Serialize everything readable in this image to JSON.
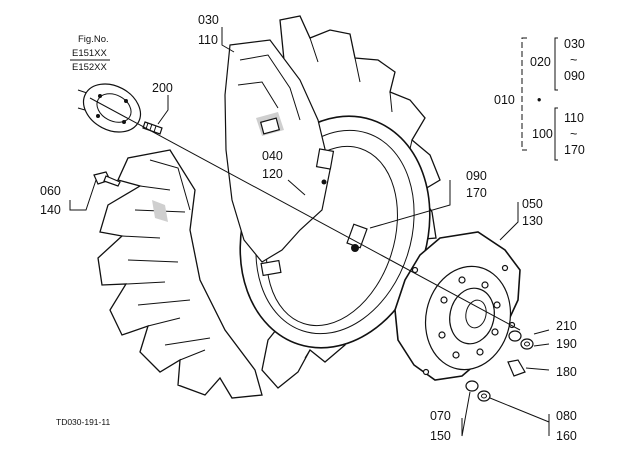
{
  "figure": {
    "fig_title": "Fig.No.",
    "fig_numbers": [
      "E151XX",
      "E152XX"
    ],
    "drawing_id": "TD030-191-11"
  },
  "callouts": {
    "c030_110": {
      "top": "030",
      "bottom": "110"
    },
    "c200": {
      "top": "200"
    },
    "c040_120": {
      "top": "040",
      "bottom": "120"
    },
    "c060_140": {
      "top": "060",
      "bottom": "140"
    },
    "c090_170": {
      "top": "090",
      "bottom": "170"
    },
    "c050_130": {
      "top": "050",
      "bottom": "130"
    },
    "c210": {
      "top": "210"
    },
    "c190": {
      "top": "190"
    },
    "c180": {
      "top": "180"
    },
    "c070_150": {
      "top": "070",
      "bottom": "150"
    },
    "c080_160": {
      "top": "080",
      "bottom": "160"
    }
  },
  "hierarchy": {
    "root": "010",
    "dot": "•",
    "group1": {
      "code": "020",
      "from": "030",
      "tilde": "~",
      "to": "090"
    },
    "group2": {
      "code": "100",
      "from": "110",
      "tilde": "~",
      "to": "170"
    }
  }
}
